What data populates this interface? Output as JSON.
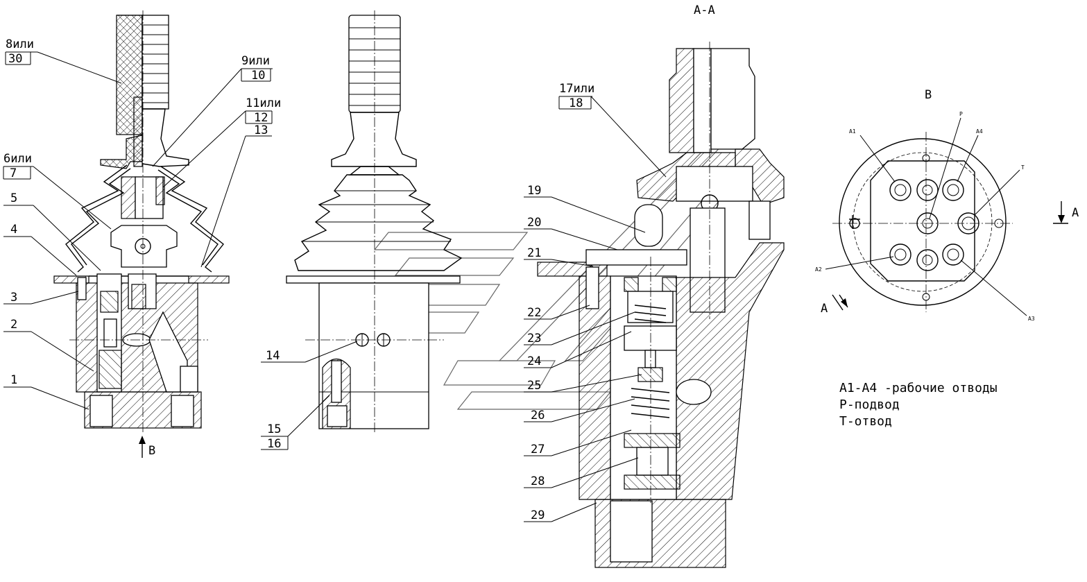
{
  "view_titles": {
    "section": "А-А",
    "view_b": "В"
  },
  "legend": {
    "line1": "А1-А4 -рабочие отводы",
    "line2": "Р-подвод",
    "line3": "Т-отвод"
  },
  "callouts": {
    "left": [
      {
        "top": "8или",
        "bottom": "30"
      },
      {
        "top": "9или",
        "bottom": "10"
      },
      {
        "top": "11или",
        "bottom": "12"
      },
      {
        "top": "13",
        "bottom": ""
      },
      {
        "top": "6или",
        "bottom": "7"
      },
      {
        "top": "5",
        "bottom": ""
      },
      {
        "top": "4",
        "bottom": ""
      },
      {
        "top": "3",
        "bottom": ""
      },
      {
        "top": "2",
        "bottom": ""
      },
      {
        "top": "1",
        "bottom": ""
      }
    ],
    "middle": [
      {
        "top": "14",
        "bottom": ""
      },
      {
        "top": "15",
        "bottom": "16"
      }
    ],
    "right": [
      {
        "top": "17или",
        "bottom": "18"
      },
      {
        "top": "19",
        "bottom": ""
      },
      {
        "top": "20",
        "bottom": ""
      },
      {
        "top": "21",
        "bottom": ""
      },
      {
        "top": "22",
        "bottom": ""
      },
      {
        "top": "23",
        "bottom": ""
      },
      {
        "top": "24",
        "bottom": ""
      },
      {
        "top": "25",
        "bottom": ""
      },
      {
        "top": "26",
        "bottom": ""
      },
      {
        "top": "27",
        "bottom": ""
      },
      {
        "top": "28",
        "bottom": ""
      },
      {
        "top": "29",
        "bottom": ""
      }
    ]
  },
  "view_markers": {
    "arrow_b": "В",
    "arrow_a_right": "А",
    "arrow_a_left": "А"
  },
  "port_labels": {
    "a1": "А1",
    "a2": "А2",
    "a3": "А3",
    "a4": "А4",
    "p": "Р",
    "t": "Т"
  }
}
